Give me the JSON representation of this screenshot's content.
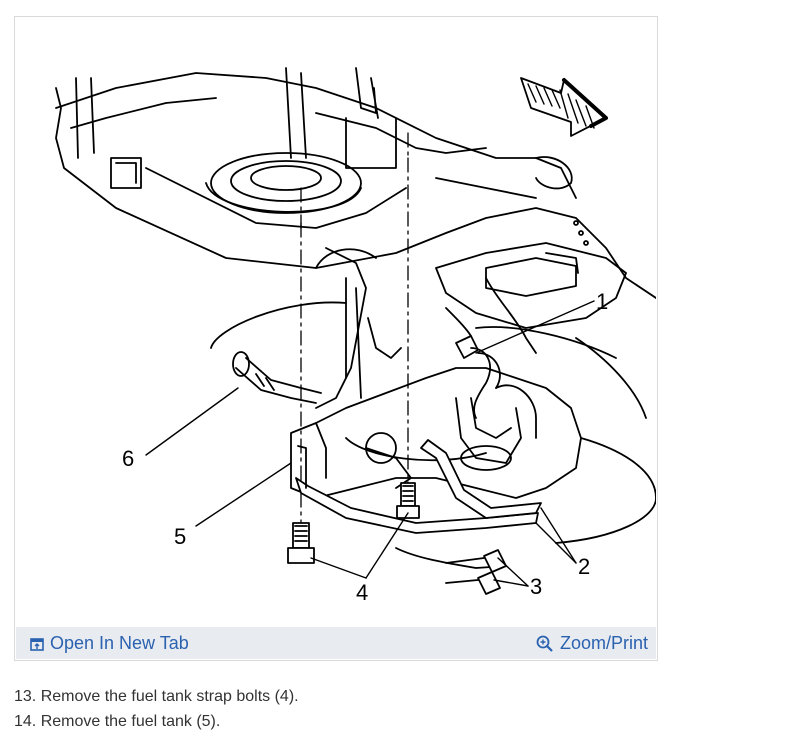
{
  "figure": {
    "callouts": [
      "1",
      "2",
      "3",
      "4",
      "5",
      "6"
    ]
  },
  "toolbar": {
    "open_label": "Open In New Tab",
    "zoom_label": "Zoom/Print",
    "link_color": "#2b62b0"
  },
  "steps": [
    "13. Remove the fuel tank strap bolts (4).",
    "14. Remove the fuel tank (5)."
  ]
}
